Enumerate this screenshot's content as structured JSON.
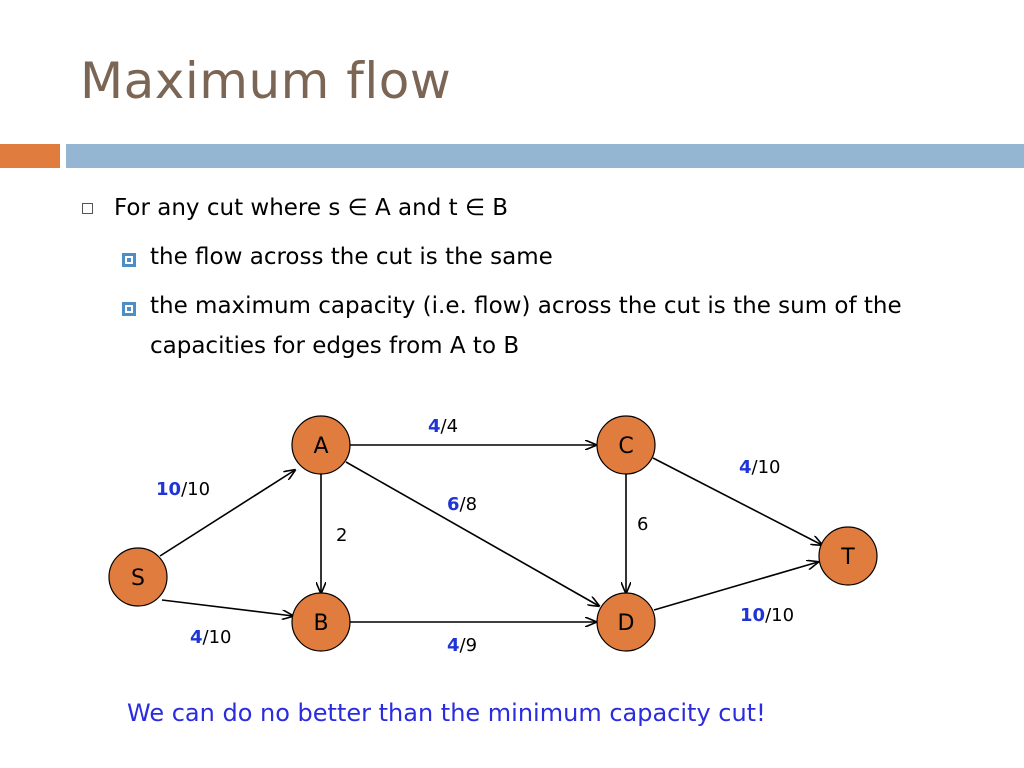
{
  "slide": {
    "title": "Maximum flow",
    "colors": {
      "title": "#7b6554",
      "accent_orange": "#e07c3e",
      "accent_blue": "#94b6d2",
      "flow_value": "#1f35d6",
      "footer": "#2b2be0"
    },
    "bullets": [
      {
        "text": "For any cut where s ∈ A and t ∈ B"
      },
      {
        "text": "the flow across the cut is the same"
      },
      {
        "text": "the maximum capacity (i.e. flow) across the cut is the sum of the capacities for edges from A to B"
      }
    ],
    "footer": "We can do no better than the minimum capacity cut!"
  },
  "graph": {
    "nodes": [
      "S",
      "A",
      "B",
      "C",
      "D",
      "T"
    ],
    "edges": [
      {
        "from": "S",
        "to": "A",
        "flow": "10",
        "capacity": "10"
      },
      {
        "from": "S",
        "to": "B",
        "flow": "4",
        "capacity": "10"
      },
      {
        "from": "A",
        "to": "C",
        "flow": "4",
        "capacity": "4"
      },
      {
        "from": "A",
        "to": "B",
        "flow": "",
        "capacity": "2"
      },
      {
        "from": "A",
        "to": "D",
        "flow": "6",
        "capacity": "8"
      },
      {
        "from": "B",
        "to": "D",
        "flow": "4",
        "capacity": "9"
      },
      {
        "from": "C",
        "to": "D",
        "flow": "",
        "capacity": "6"
      },
      {
        "from": "C",
        "to": "T",
        "flow": "4",
        "capacity": "10"
      },
      {
        "from": "D",
        "to": "T",
        "flow": "10",
        "capacity": "10"
      }
    ]
  }
}
